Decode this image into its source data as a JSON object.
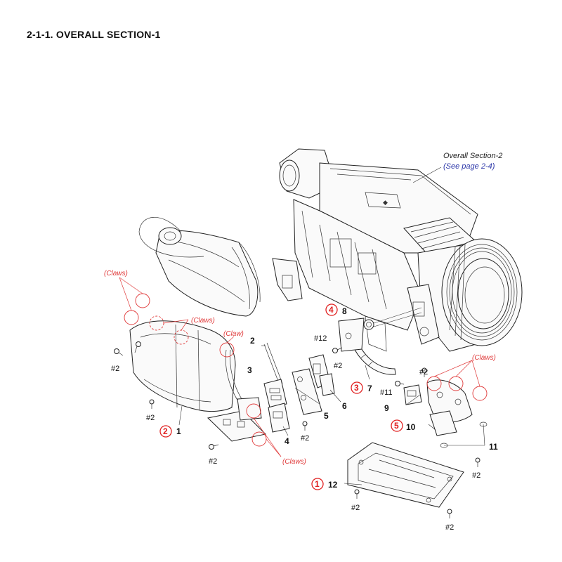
{
  "title": "2-1-1. OVERALL SECTION-1",
  "reference": {
    "line1": "Overall Section-2",
    "line2": "(See page 2-4)"
  },
  "part_numbers": {
    "p1": "1",
    "p2": "2",
    "p3": "3",
    "p4": "4",
    "p5": "5",
    "p6": "6",
    "p7": "7",
    "p8": "8",
    "p9": "9",
    "p10": "10",
    "p11": "11",
    "p12": "12"
  },
  "screw_labels": {
    "s2": "#2",
    "s11": "#11",
    "s12": "#12"
  },
  "claw_labels": {
    "claws": "(Claws)",
    "claw": "(Claw)"
  },
  "step_numbers": {
    "step1": "1",
    "step2": "2",
    "step3": "3",
    "step4": "4",
    "step5": "5"
  },
  "colors": {
    "callout_red": "#e02020",
    "reference_blue": "#2a35a8",
    "line": "#222222"
  }
}
